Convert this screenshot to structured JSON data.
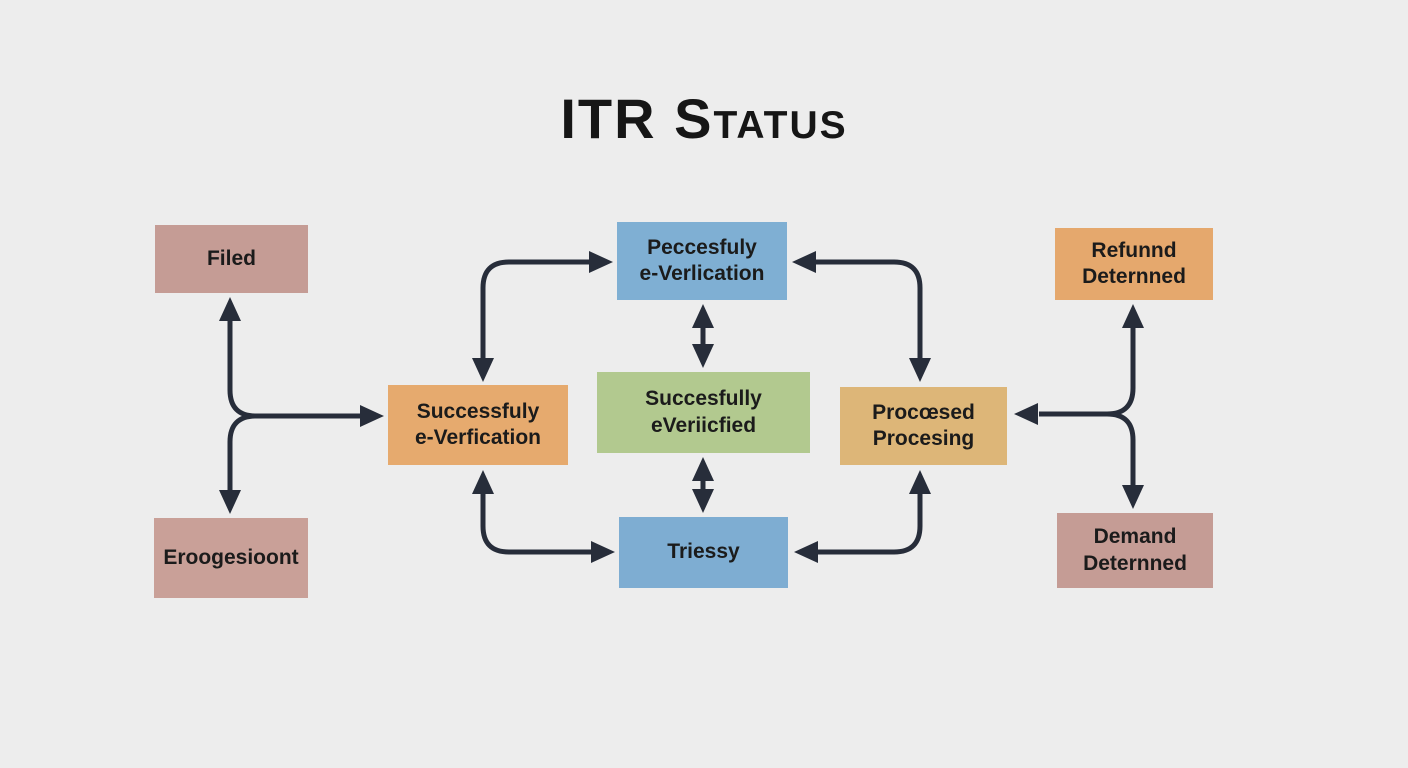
{
  "title": "ITR Status",
  "colors": {
    "background": "#ededed",
    "arrow": "#272d3a",
    "text": "#1b1b1b",
    "mauve": "#c59c95",
    "mauve_light": "#c9a098",
    "orange": "#e6aa6e",
    "blue": "#7fafd3",
    "blue_bottom": "#7eadd2",
    "green": "#b2c98f",
    "tan": "#ddb678",
    "peach": "#e5a86d"
  },
  "nodes": {
    "filed": {
      "line1": "Filed"
    },
    "progression": {
      "line1": "Eroogesioont"
    },
    "everification_left": {
      "line1": "Successfuly",
      "line2": "e-Verfication"
    },
    "everification_top": {
      "line1": "Peccesfuly",
      "line2": "e-Verlication"
    },
    "verified": {
      "line1": "Succesfully",
      "line2": "eVeriicfied"
    },
    "triessy": {
      "line1": "Triessy"
    },
    "processed": {
      "line1": "Procœsed",
      "line2": "Procesing"
    },
    "refund": {
      "line1": "Refunnd",
      "line2": "Deternned"
    },
    "demand": {
      "line1": "Demand",
      "line2": "Deternned"
    }
  }
}
